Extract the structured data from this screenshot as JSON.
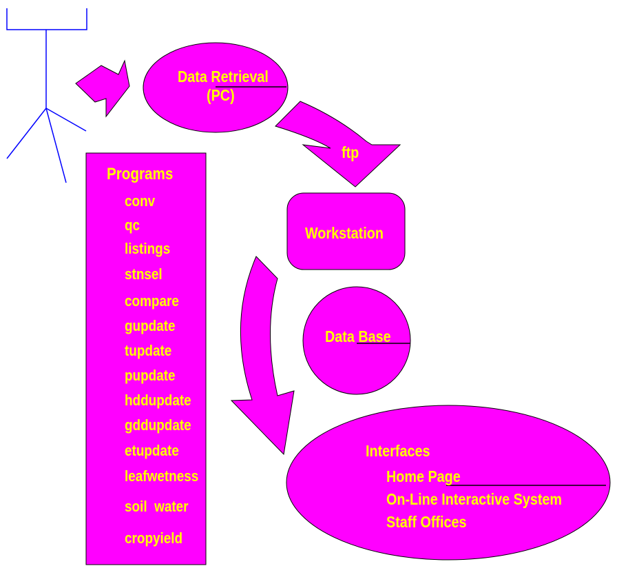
{
  "colors": {
    "magenta": "#ff00ff",
    "yellow": "#ffff00",
    "outline": "#000000",
    "stick": "#0000ff"
  },
  "nodes": {
    "data_retrieval": {
      "line1": "Data Retrieval",
      "line2": "(PC)"
    },
    "ftp": "ftp",
    "workstation": "Workstation",
    "database": "Data Base",
    "programs": {
      "title": "Programs",
      "items": [
        "conv",
        "qc",
        "listings",
        "stnsel",
        "compare",
        "gupdate",
        "tupdate",
        "pupdate",
        "hddupdate",
        "gddupdate",
        "etupdate",
        "leafwetness",
        "soil  water",
        "cropyield"
      ]
    },
    "interfaces": {
      "title": "Interfaces",
      "items": [
        "Home Page",
        "On-Line Interactive System",
        "Staff Offices"
      ]
    }
  }
}
